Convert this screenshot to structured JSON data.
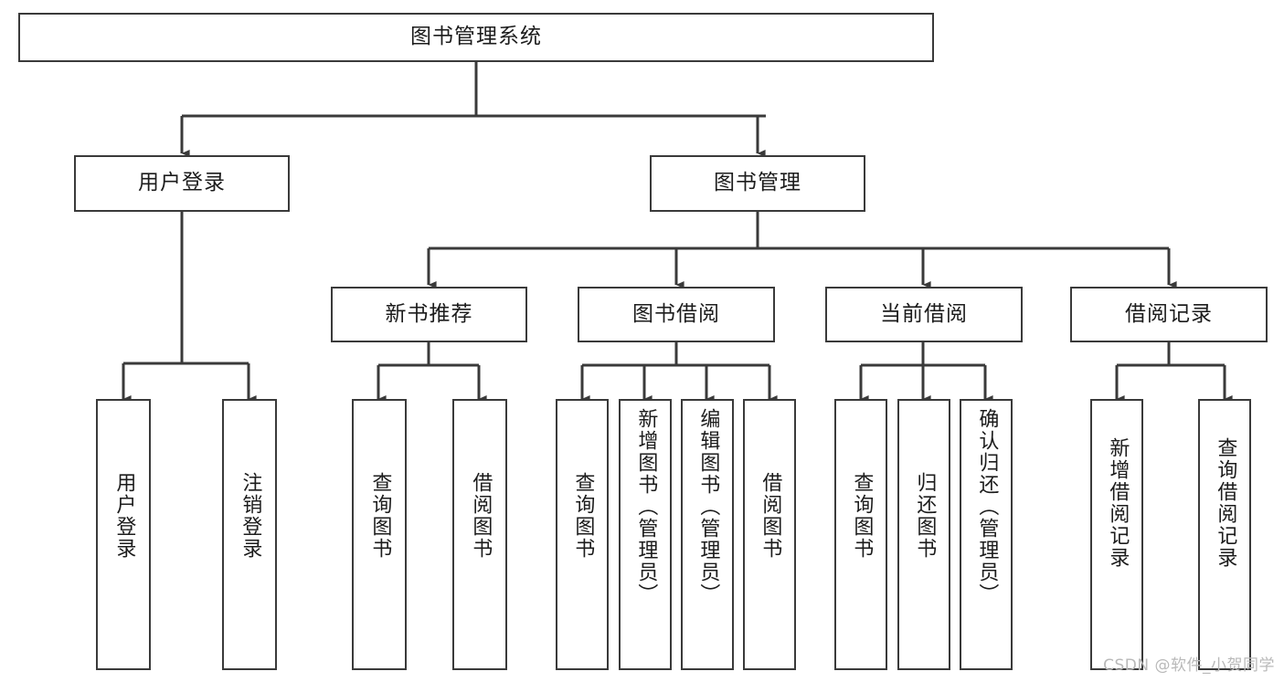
{
  "diagram": {
    "title": "图书管理系统",
    "type": "tree",
    "orientation": "top-down",
    "colors": {
      "box_border": "#3a3a3a",
      "box_fill": "#ffffff",
      "connector": "#3a3a3a",
      "text": "#1c1c1c",
      "watermark": "#b9b9b9"
    },
    "root": {
      "id": "root",
      "label": "图书管理系统"
    },
    "level2": [
      {
        "id": "user-login",
        "label": "用户登录"
      },
      {
        "id": "book-manage",
        "label": "图书管理"
      }
    ],
    "level3": [
      {
        "id": "new-book-rec",
        "label": "新书推荐",
        "parent": "book-manage"
      },
      {
        "id": "book-borrow",
        "label": "图书借阅",
        "parent": "book-manage"
      },
      {
        "id": "current-borrow",
        "label": "当前借阅",
        "parent": "book-manage"
      },
      {
        "id": "borrow-record",
        "label": "借阅记录",
        "parent": "book-manage"
      }
    ],
    "leaves": [
      {
        "id": "leaf-user-login",
        "label": "用户登录",
        "parent": "user-login"
      },
      {
        "id": "leaf-user-logout",
        "label": "注销登录",
        "parent": "user-login"
      },
      {
        "id": "leaf-query-book-1",
        "label": "查询图书",
        "parent": "new-book-rec"
      },
      {
        "id": "leaf-borrow-book-1",
        "label": "借阅图书",
        "parent": "new-book-rec"
      },
      {
        "id": "leaf-query-book-2",
        "label": "查询图书",
        "parent": "book-borrow"
      },
      {
        "id": "leaf-add-book",
        "label": "新增图书（管理员）",
        "parent": "book-borrow"
      },
      {
        "id": "leaf-edit-book",
        "label": "编辑图书（管理员）",
        "parent": "book-borrow"
      },
      {
        "id": "leaf-borrow-book-2",
        "label": "借阅图书",
        "parent": "book-borrow"
      },
      {
        "id": "leaf-query-book-3",
        "label": "查询图书",
        "parent": "current-borrow"
      },
      {
        "id": "leaf-return-book",
        "label": "归还图书",
        "parent": "current-borrow"
      },
      {
        "id": "leaf-confirm-return",
        "label": "确认归还（管理员）",
        "parent": "current-borrow"
      },
      {
        "id": "leaf-add-record",
        "label": "新增借阅记录",
        "parent": "borrow-record"
      },
      {
        "id": "leaf-query-record",
        "label": "查询借阅记录",
        "parent": "borrow-record"
      }
    ]
  },
  "watermark": {
    "text": "CSDN @软件_小贺同学"
  }
}
